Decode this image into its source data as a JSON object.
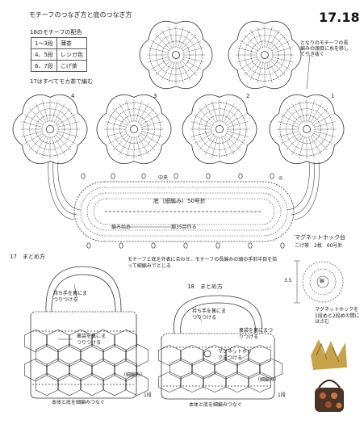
{
  "header": {
    "title": "モチーフのつなぎ方と底のつなぎ方",
    "page_number": "17.18"
  },
  "color_table": {
    "caption": "18のモチーフの配色",
    "rows": [
      {
        "rounds": "1〜3段",
        "color": "薄茶"
      },
      {
        "rounds": "4、5段",
        "color": "レンガ色"
      },
      {
        "rounds": "6、7段",
        "color": "こげ茶"
      }
    ],
    "note": "17はすべてモカ茶で編む"
  },
  "motif_numbers": [
    "1",
    "2",
    "3",
    "4"
  ],
  "annotations": {
    "join_note": "となりのモチーフの長編みの頭目に糸を移して引き抜く",
    "bottom_label": "底（細編み）50号針",
    "start_label": "編み始め",
    "chain_label": "鎖35目作る",
    "center_label": "中央",
    "marker_label": "◎",
    "bottom_join_note": "モチーフと底を外表に合わせ、モチーフの長編みの頭の手前半目を拾って細編みでとじる"
  },
  "magnet": {
    "title": "マグネットホック台",
    "subtitle": "こげ茶　2枚　60号針",
    "dimension": "3.5",
    "center_label": "輪",
    "note": "マグネットホックを1段めと2段めの間にはさむ"
  },
  "finish17": {
    "title": "17　まとめ方",
    "handle_note": "持ち手を裏にまつりつける",
    "lining_note": "裏袋を裏にまつりつける",
    "edge_label": "（細編み）",
    "rows_label": "1段",
    "bottom_note": "本体と底を細編みつなぐ"
  },
  "finish18": {
    "title": "18　まとめ方",
    "handle_note": "持ち手を裏にまつりつける",
    "magnet_note": "マグネットホックをつける",
    "lining_note": "裏袋を裏にまつりつける",
    "edge_label": "（細編み）",
    "rows_label": "1段",
    "bottom_note": "本体と底を細編みつなぐ"
  }
}
